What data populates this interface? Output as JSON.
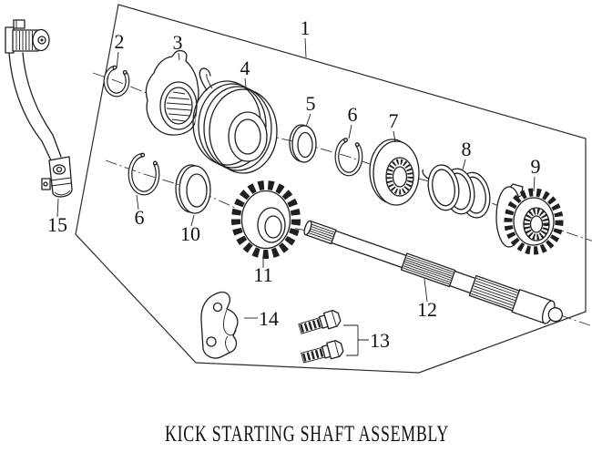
{
  "diagram": {
    "title": "KICK STARTING SHAFT ASSEMBLY",
    "callouts": {
      "assembly": "1",
      "circlip_top": "2",
      "spring_guide": "3",
      "return_spring": "4",
      "washer_small": "5",
      "circlip_upper": "6",
      "washer_large": "7",
      "ratchet_spring": "8",
      "ratchet_gear": "9",
      "circlip_lower": "6",
      "gear_washer": "10",
      "idle_gear": "11",
      "kick_shaft": "12",
      "flange_bolts": "13",
      "guide_plate": "14",
      "kick_lever": "15"
    },
    "colors": {
      "line": "#1f1f1f",
      "background": "#ffffff"
    }
  }
}
